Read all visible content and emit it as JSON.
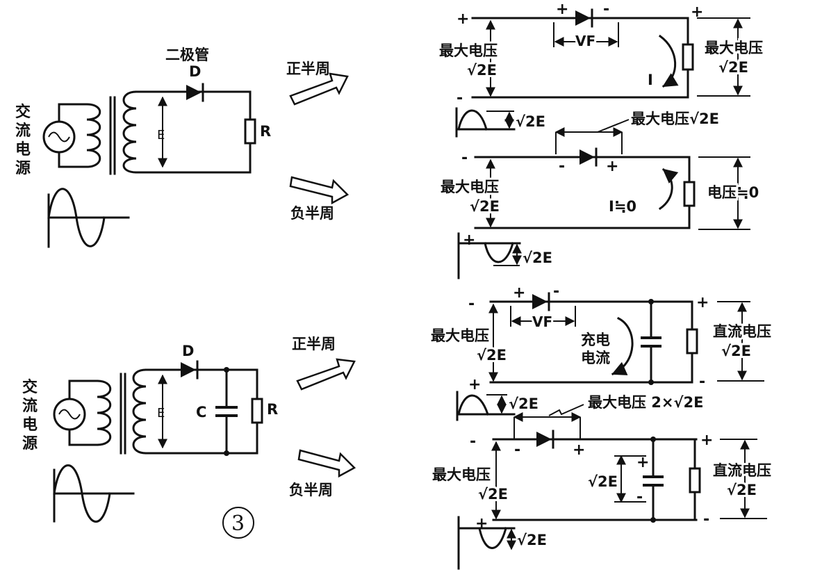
{
  "circuit_top": {
    "source": [
      "交",
      "流",
      "电",
      "源"
    ],
    "diode_name": "二极管",
    "diode": "D",
    "emf": "E",
    "load": "R"
  },
  "circuit_bottom": {
    "source": [
      "交",
      "流",
      "电",
      "源"
    ],
    "diode": "D",
    "emf": "E",
    "capacitor": "C",
    "load": "R"
  },
  "arrows": {
    "positive_half": "正半周",
    "negative_half": "负半周"
  },
  "figure_number": "3",
  "panel_a": {
    "max_voltage": "最大电压",
    "sqrt2e": "√2E",
    "vf": "VF",
    "current": "I",
    "out_label": "最大电压",
    "out_value": "√2E",
    "wave_label": "√2E"
  },
  "panel_b": {
    "reverse_label": "最大电压√2E",
    "max_voltage": "最大电压",
    "sqrt2e": "√2E",
    "current": "I≒0",
    "out_label": "电压≒0",
    "wave_label": "√2E"
  },
  "panel_c": {
    "max_voltage": "最大电压",
    "sqrt2e": "√2E",
    "vf": "VF",
    "charge_1": "充电",
    "charge_2": "电流",
    "dc_voltage": "直流电压",
    "dc_value": "√2E",
    "wave_label": "√2E",
    "reverse_label": "最大电压 2×√2E"
  },
  "panel_d": {
    "max_voltage": "最大电压",
    "sqrt2e": "√2E",
    "cap_voltage": "√2E",
    "dc_voltage": "直流电压",
    "dc_value": "√2E",
    "wave_label": "√2E"
  },
  "signs": {
    "plus": "+",
    "minus": "-"
  }
}
